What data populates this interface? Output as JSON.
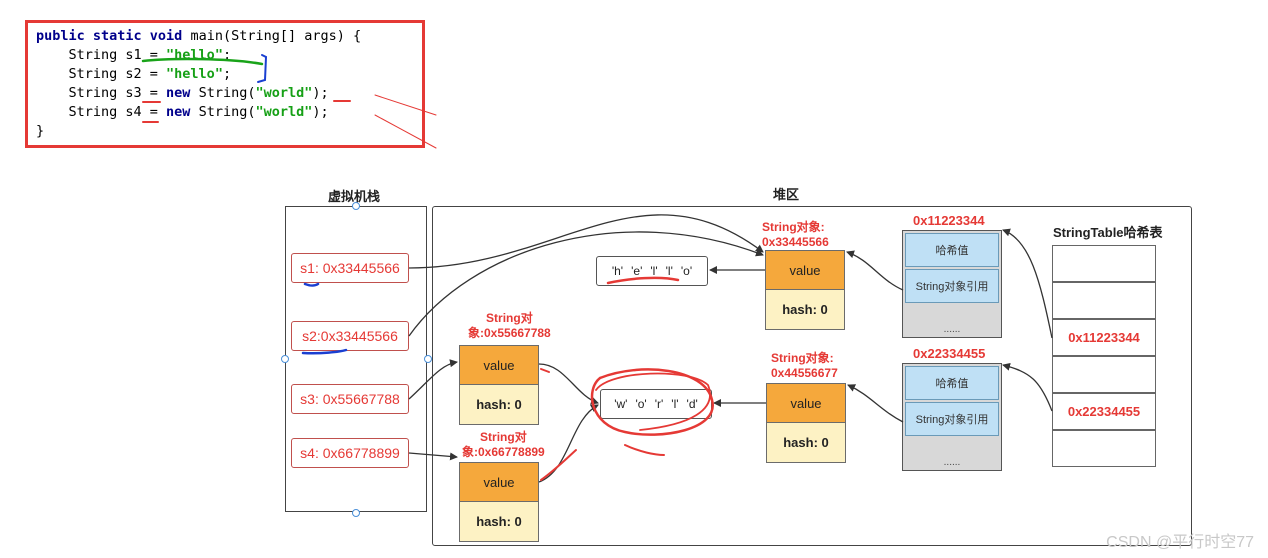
{
  "code": {
    "line1": {
      "kw": "public static void",
      "rest": " main(String[] args) {"
    },
    "line2": {
      "pre": "    String s1 = ",
      "str": "\"hello\"",
      "post": ";"
    },
    "line3": {
      "pre": "    String s2 = ",
      "str": "\"hello\"",
      "post": ";"
    },
    "line4": {
      "pre": "    String s3 = ",
      "kw": "new",
      "mid": " String(",
      "str": "\"world\"",
      "post": ");"
    },
    "line5": {
      "pre": "    String s4 = ",
      "kw": "new",
      "mid": " String(",
      "str": "\"world\"",
      "post": ");"
    },
    "line6": "}"
  },
  "stack": {
    "title": "虚拟机栈",
    "vars": [
      "s1: 0x33445566",
      "s2:0x33445566",
      "s3: 0x55667788",
      "s4: 0x66778899"
    ]
  },
  "heap": {
    "title": "堆区",
    "objects": [
      {
        "label_line1": "String对象:",
        "label_line2": "0x33445566",
        "value": "value",
        "hash": "hash: 0"
      },
      {
        "label_line1": "String对",
        "label_line2": "象:0x55667788",
        "value": "value",
        "hash": "hash: 0"
      },
      {
        "label_line1": "String对",
        "label_line2": "象:0x66778899",
        "value": "value",
        "hash": "hash: 0"
      },
      {
        "label_line1": "String对象:",
        "label_line2": "0x44556677",
        "value": "value",
        "hash": "hash: 0"
      }
    ],
    "char_arrays": [
      [
        "'h'",
        "'e'",
        "'l'",
        "'l'",
        "'o'"
      ],
      [
        "'w'",
        "'o'",
        "'r'",
        "'l'",
        "'d'"
      ]
    ],
    "entries": [
      {
        "address": "0x11223344",
        "hash_cell": "哈希值",
        "ref_cell": "String对象引用",
        "dots": "......"
      },
      {
        "address": "0x22334455",
        "hash_cell": "哈希值",
        "ref_cell": "String对象引用",
        "dots": "......"
      }
    ],
    "string_table": {
      "title": "StringTable哈希表",
      "rows": [
        "",
        "",
        "0x11223344",
        "",
        "0x22334455",
        ""
      ]
    }
  },
  "watermark": "CSDN @平行时空77",
  "colors": {
    "red": "#e53935",
    "orange": "#f5a83c",
    "light_yellow": "#fdf2c4",
    "light_blue": "#bfe0f5",
    "annotation_blue": "#1a3fd1"
  }
}
